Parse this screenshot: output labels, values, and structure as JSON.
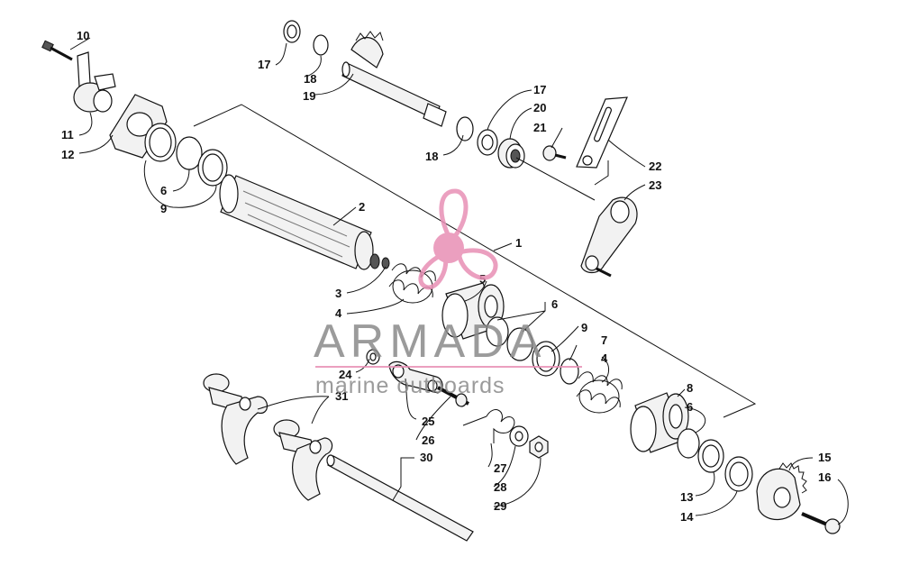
{
  "labels": {
    "p1": "1",
    "p2": "2",
    "p3": "3",
    "p4a": "4",
    "p4b": "4",
    "p5": "5",
    "p6a": "6",
    "p6b": "6",
    "p6c": "6",
    "p7": "7",
    "p8": "8",
    "p9a": "9",
    "p9b": "9",
    "p10": "10",
    "p11": "11",
    "p12": "12",
    "p13": "13",
    "p14": "14",
    "p15": "15",
    "p16": "16",
    "p17a": "17",
    "p17b": "17",
    "p18a": "18",
    "p18b": "18",
    "p19": "19",
    "p20": "20",
    "p21": "21",
    "p22": "22",
    "p23": "23",
    "p24": "24",
    "p25": "25",
    "p26": "26",
    "p27": "27",
    "p28": "28",
    "p29": "29",
    "p30": "30",
    "p31": "31"
  },
  "watermark": {
    "brand": "ARMADA",
    "tagline": "marine outboards",
    "logo": "propeller-logo-icon",
    "colors": {
      "accent": "#e88fb5",
      "text": "#8a8a8a"
    }
  }
}
